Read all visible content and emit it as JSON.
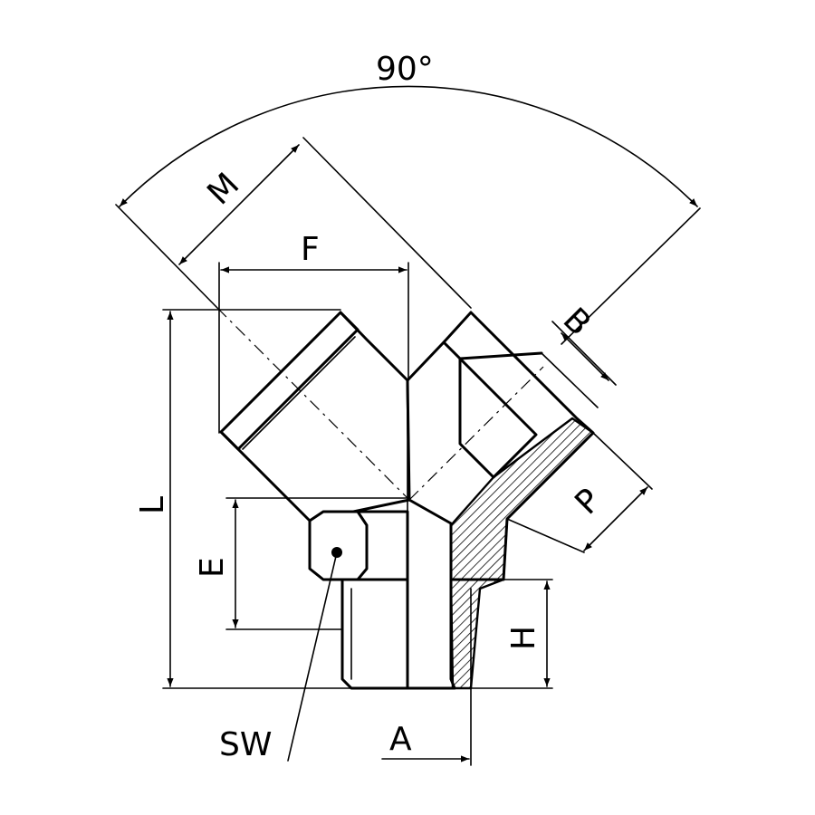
{
  "labels": {
    "angle": "90°",
    "m": "M",
    "f": "F",
    "b": "B",
    "p": "P",
    "l": "L",
    "e": "E",
    "h": "H",
    "sw": "SW",
    "a": "A"
  },
  "colors": {
    "line": "#000000",
    "background": "#ffffff"
  }
}
